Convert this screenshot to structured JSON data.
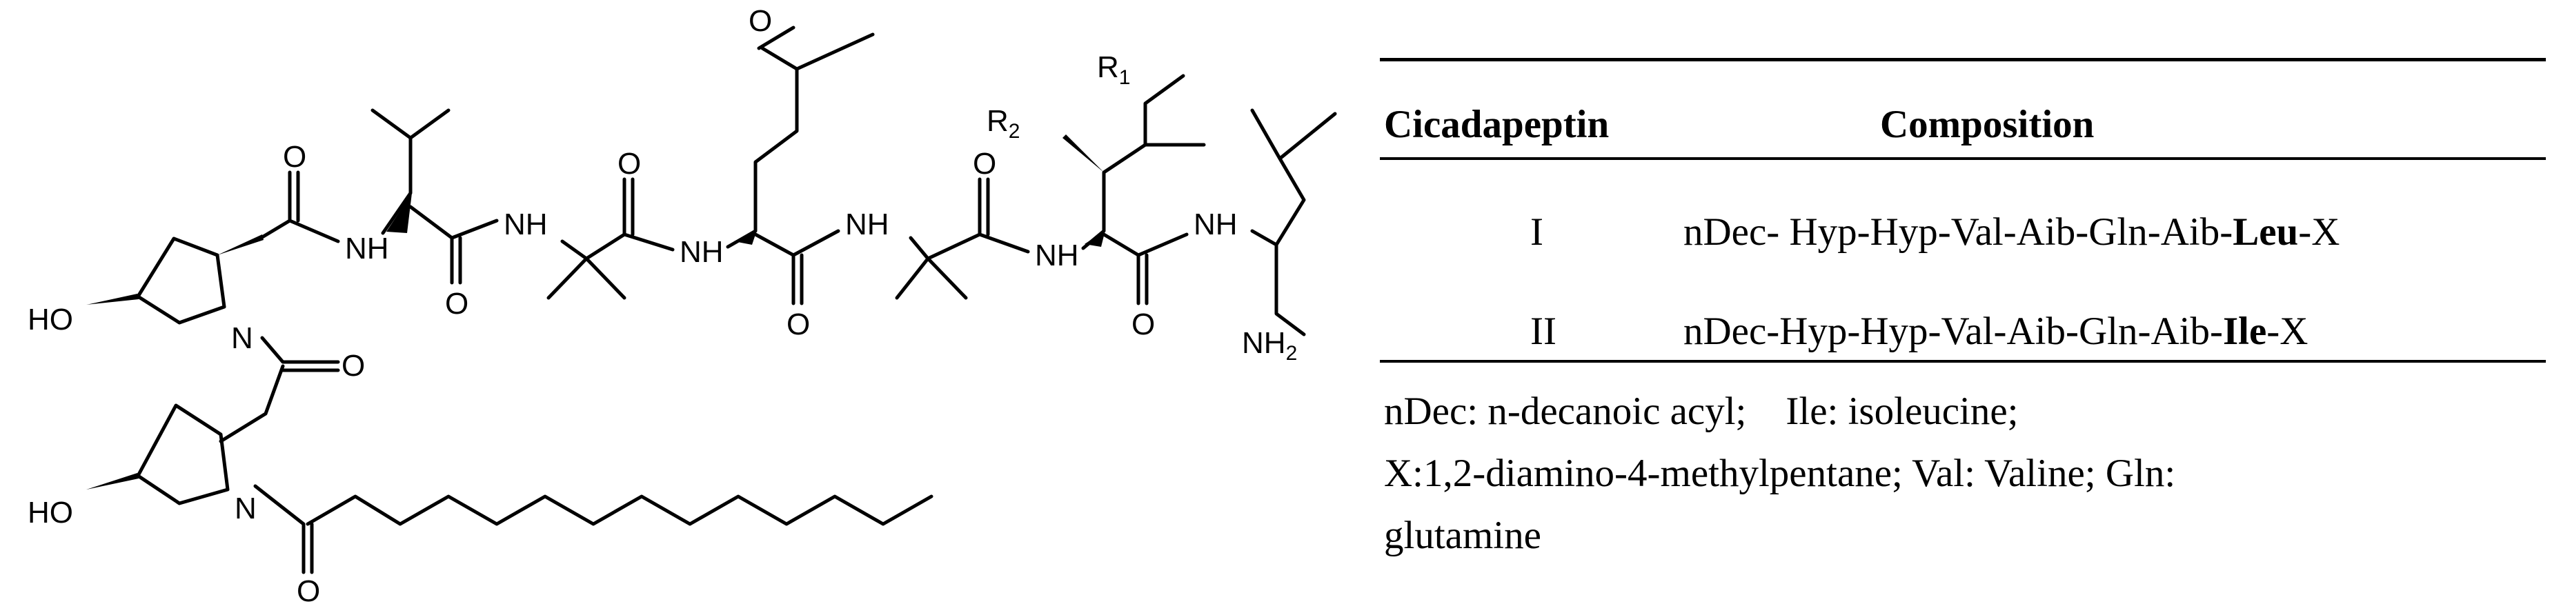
{
  "structure": {
    "labels": {
      "ho_top": "HO",
      "ho_bottom": "HO",
      "n_prolyl_1": "N",
      "n_prolyl_2": "N",
      "nh_1": "NH",
      "nh_2": "NH",
      "nh_3": "NH",
      "nh_4": "NH",
      "nh_5": "NH",
      "nh_6": "NH",
      "o_1": "O",
      "o_2": "O",
      "o_3": "O",
      "o_4": "O",
      "o_5": "O",
      "o_6": "O",
      "o_7": "O",
      "o_8": "O",
      "o_9": "O",
      "r1": "R",
      "r1_sub": "1",
      "r2": "R",
      "r2_sub": "2",
      "nh2": "NH",
      "nh2_sub": "2"
    }
  },
  "table": {
    "headers": {
      "cicadapeptin": "Cicadapeptin",
      "composition": "Composition"
    },
    "rows": [
      {
        "id": "I",
        "prefix": "nDec- Hyp-Hyp-Val-Aib-Gln-Aib-",
        "residue": "Leu",
        "suffix": "-X"
      },
      {
        "id": "II",
        "prefix": "nDec-Hyp-Hyp-Val-Aib-Gln-Aib-",
        "residue": "Ile",
        "suffix": "-X"
      }
    ],
    "notes": {
      "ndec": "nDec: n-decanoic acyl;",
      "ile": "Ile: isoleucine;",
      "x": "X:1,2-diamino-4-methylpentane;",
      "val": "Val: Valine;",
      "gln_1": "Gln:",
      "gln_2": "glutamine"
    }
  }
}
